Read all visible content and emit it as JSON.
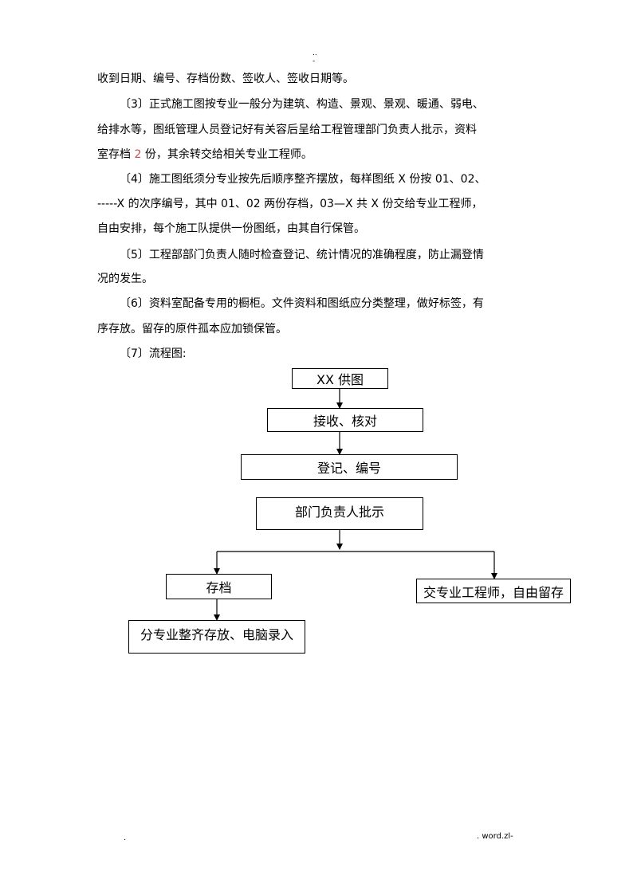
{
  "header": {
    "mark1": "..",
    "mark2": "-"
  },
  "paragraphs": {
    "p0_l1": "收到日期、编号、存档份数、签收人、签收日期等。",
    "p3_l1": "〔3〕正式施工图按专业一般分为建筑、构造、景观、景观、暖通、弱电、",
    "p3_l2": "给排水等，图纸管理人员登记好有关容后呈给工程管理部门负责人批示，资料",
    "p3_l3a": "室存档 ",
    "p3_l3_num": "2",
    "p3_l3b": " 份，其余转交给相关专业工程师。",
    "p4_l1": "〔4〕施工图纸须分专业按先后顺序整齐摆放，每样图纸 X 份按 01、02、",
    "p4_l2": "-----X 的次序编号，其中 01、02 两份存档，03—X 共 X 份交给专业工程师，",
    "p4_l3": "自由安排，每个施工队提供一份图纸，由其自行保管。",
    "p5_l1": "〔5〕工程部部门负责人随时检查登记、统计情况的准确程度，防止漏登情",
    "p5_l2": "况的发生。",
    "p6_l1": "〔6〕资料室配备专用的橱柜。文件资料和图纸应分类整理，做好标签，有",
    "p6_l2": "序存放。留存的原件孤本应加锁保管。",
    "p7_l1": "〔7〕流程图:"
  },
  "flowchart": {
    "step1": "XX 供图",
    "step2": "接收、核对",
    "step3": "登记、编号",
    "step4": "部门负责人批示",
    "branch_left": "存档",
    "branch_right": "交专业工程师，自由留存",
    "step_left2": "分专业整齐存放、电脑录入"
  },
  "footer": {
    "left": ".",
    "right": ". word.zl-"
  }
}
